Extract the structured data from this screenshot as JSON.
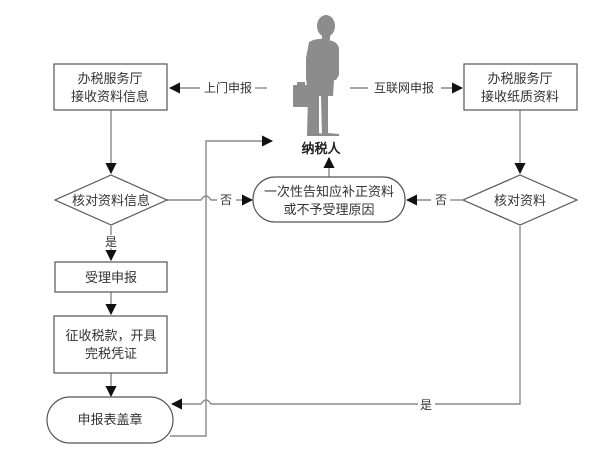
{
  "diagram": {
    "type": "flowchart",
    "actor": {
      "icon": "businessman-silhouette-icon",
      "label": "纳税人"
    },
    "nodes": {
      "hall_receive_info": {
        "shape": "rectangle",
        "lines": [
          "办税服务厅",
          "接收资料信息"
        ]
      },
      "hall_receive_paper": {
        "shape": "rectangle",
        "lines": [
          "办税服务厅",
          "接收纸质资料"
        ]
      },
      "check_info": {
        "shape": "diamond",
        "lines": [
          "核对资料信息"
        ]
      },
      "check_materials": {
        "shape": "diamond",
        "lines": [
          "核对资料"
        ]
      },
      "notify": {
        "shape": "rounded",
        "lines": [
          "一次性告知应补正资料",
          "或不予受理原因"
        ]
      },
      "accept": {
        "shape": "rectangle",
        "lines": [
          "受理申报"
        ]
      },
      "collect_tax": {
        "shape": "rectangle",
        "lines": [
          "征收税款，开具",
          "完税凭证"
        ]
      },
      "stamp": {
        "shape": "rounded",
        "lines": [
          "申报表盖章"
        ]
      }
    },
    "edges": {
      "onsite": {
        "label": "上门申报",
        "from": "纳税人",
        "to": "hall_receive_info"
      },
      "internet": {
        "label": "互联网申报",
        "from": "纳税人",
        "to": "hall_receive_paper"
      },
      "info_no": {
        "label": "否",
        "from": "check_info",
        "to": "notify"
      },
      "materials_no": {
        "label": "否",
        "from": "check_materials",
        "to": "notify"
      },
      "info_yes": {
        "label": "是",
        "from": "check_info",
        "to": "accept"
      },
      "materials_yes": {
        "label": "是",
        "from": "check_materials",
        "to": "stamp"
      },
      "notify_back": {
        "label": "",
        "from": "notify",
        "to": "纳税人"
      },
      "accept_to_collect": {
        "label": "",
        "from": "accept",
        "to": "collect_tax"
      },
      "collect_to_stamp": {
        "label": "",
        "from": "collect_tax",
        "to": "stamp"
      },
      "stamp_back": {
        "label": "",
        "from": "stamp",
        "to": "纳税人"
      }
    }
  }
}
